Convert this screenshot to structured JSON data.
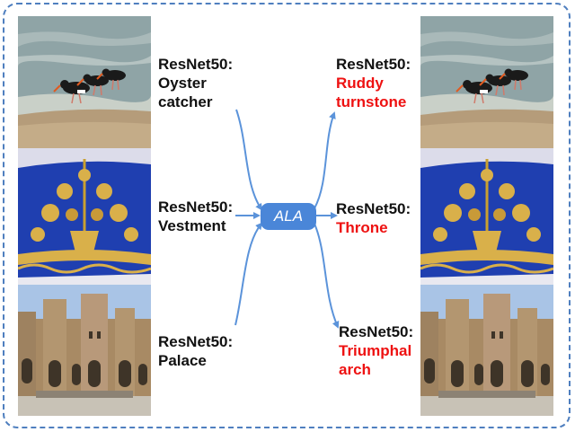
{
  "model_name": "ResNet50:",
  "method_label": "ALA",
  "rows": [
    {
      "image": "oystercatcher-birds-photo",
      "original": [
        "Oyster",
        "catcher"
      ],
      "attacked": [
        "Ruddy",
        "turnstone"
      ]
    },
    {
      "image": "vestment-embroidery-photo",
      "original": [
        "Vestment"
      ],
      "attacked": [
        "Throne"
      ]
    },
    {
      "image": "palace-photo",
      "original": [
        "Palace"
      ],
      "attacked": [
        "Triumphal",
        "arch"
      ]
    }
  ],
  "colors": {
    "frame": "#4f7fbf",
    "arrow": "#5b93da",
    "ala_box": "#4a86d8",
    "attacked_text": "#ee1111"
  }
}
